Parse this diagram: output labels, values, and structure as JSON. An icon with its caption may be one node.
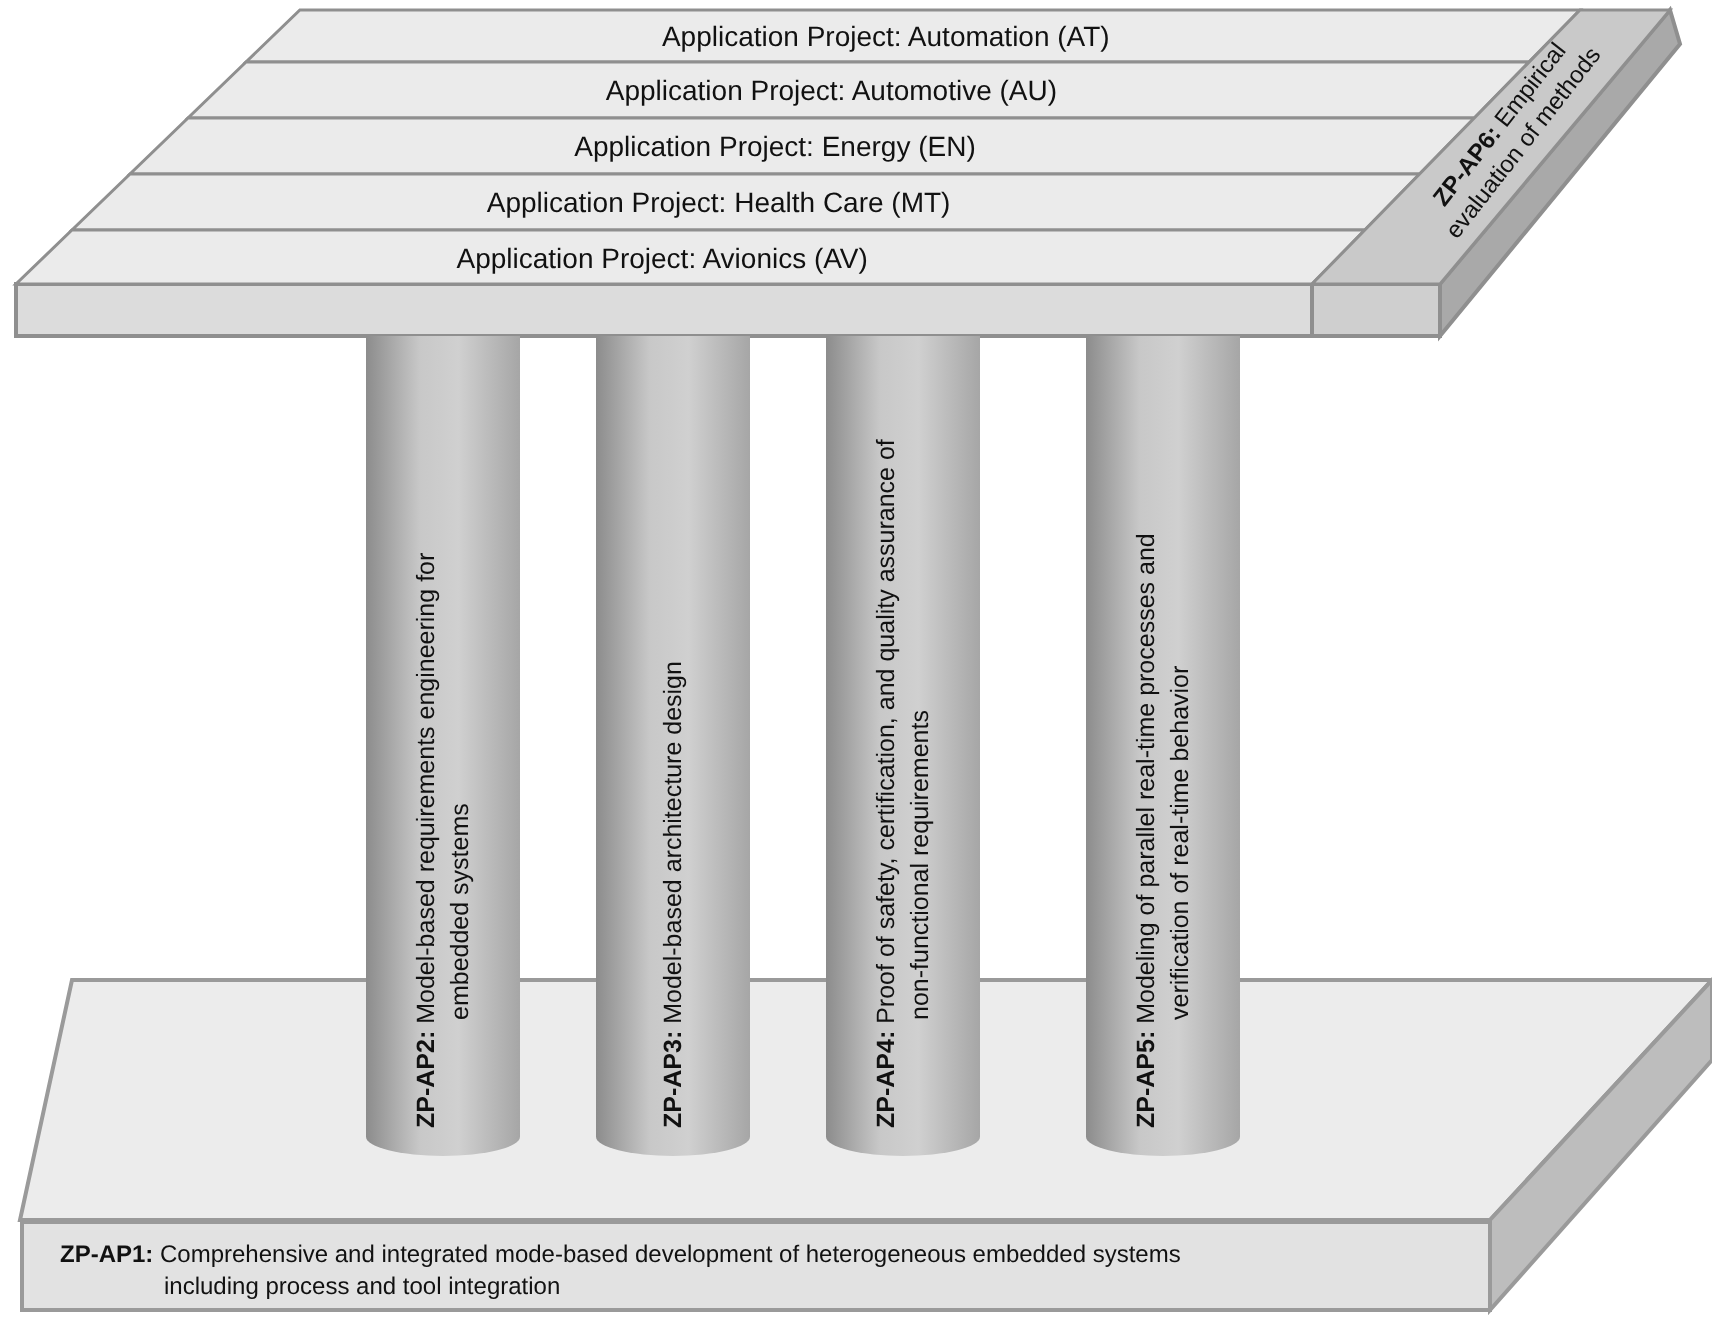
{
  "diagram": {
    "nodes": [
      {
        "text": [
          "Application Project: Automation (AT)"
        ]
      },
      {
        "text": [
          "Application Project: Automotive (AU)"
        ]
      },
      {
        "text": [
          "Application Project: Energy (EN)"
        ]
      },
      {
        "text": [
          "Application Project: Health Care (MT)"
        ]
      },
      {
        "text": [
          "Application Project: Avionics (AV)"
        ]
      },
      {
        "text": [
          "**ZP-AP6:** Empirical evaluation of methods"
        ]
      },
      {
        "text": [
          "**ZP-AP2:** Model-based requirements engineering for embedded systems"
        ]
      },
      {
        "text": [
          "**ZP-AP3:** Model-based architecture design"
        ]
      },
      {
        "text": [
          "**ZP-AP4:** Proof of safety, certification, and quality assurance of non-functional requirements"
        ]
      },
      {
        "text": [
          "**ZP-AP5:** Modeling of parallel real-time processes and verification of real-time behavior"
        ]
      },
      {
        "text": [
          "**ZP-AP1:** Comprehensive and integrated mode-based development of heterogeneous embedded systems including process and tool integration"
        ]
      }
    ]
  }
}
